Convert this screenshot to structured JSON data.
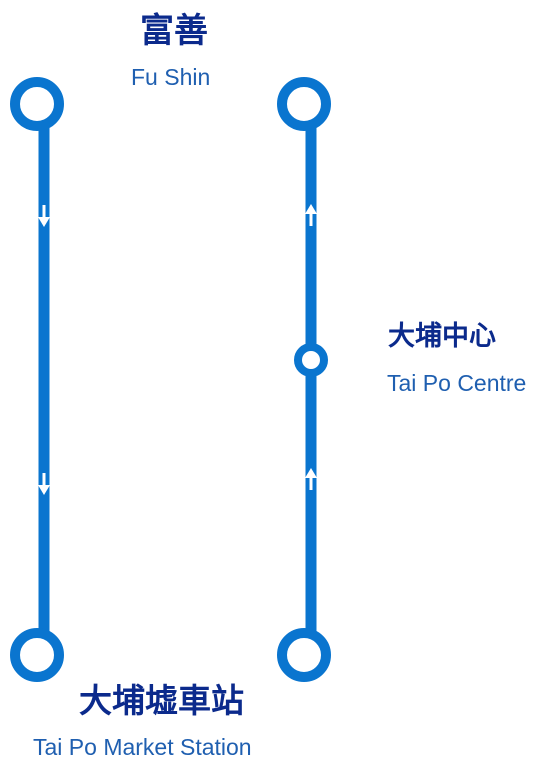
{
  "colors": {
    "route_line": "#0a75cf",
    "station_fill": "#ffffff",
    "arrow": "#ffffff",
    "station_name_zh": "#0b2a8c",
    "station_name_en": "#1f5fb0"
  },
  "icons": {
    "direction_arrow": "arrow-icon",
    "station_marker": "circle"
  },
  "stations": {
    "fu_shin": {
      "name_zh": "富善",
      "name_en": "Fu Shin"
    },
    "tai_po_centre": {
      "name_zh": "大埔中心",
      "name_en": "Tai Po Centre"
    },
    "tai_po_market": {
      "name_zh": "大埔墟車站",
      "name_en": "Tai Po Market Station"
    }
  },
  "route": {
    "left_branch_direction": "down",
    "right_branch_direction": "up"
  }
}
